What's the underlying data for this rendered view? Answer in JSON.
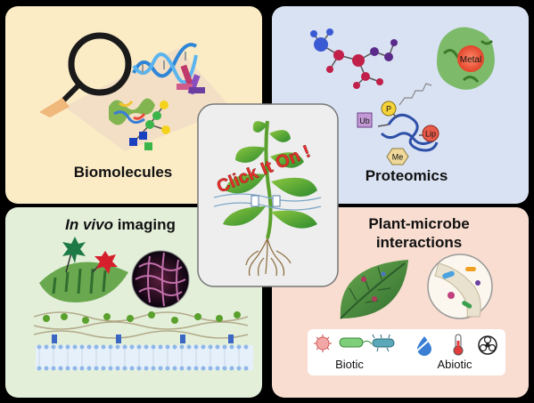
{
  "colors": {
    "background": "#000000",
    "panel_biomolecules": "#fbecc6",
    "panel_proteomics": "#d9e2f3",
    "panel_invivo": "#e3efd9",
    "panel_microbe": "#f8ddd0",
    "center_card": "#eeeeee",
    "click_text": "#e8322d"
  },
  "panels": {
    "biomolecules": {
      "title": "Biomolecules"
    },
    "proteomics": {
      "title": "Proteomics",
      "labels": {
        "metal": "Metal",
        "ub": "Ub",
        "p": "P",
        "lip": "Lip",
        "me": "Me"
      }
    },
    "invivo": {
      "title_italic": "In vivo",
      "title_rest": " imaging"
    },
    "microbe": {
      "title_line1": "Plant-microbe",
      "title_line2": "interactions",
      "biotic": "Biotic",
      "abiotic": "Abiotic"
    }
  },
  "center": {
    "click_label": "Click It On !"
  },
  "icons": [
    "magnifier-icon",
    "dna-helix-icon",
    "antibody-icon",
    "protein-structure-icon",
    "glycan-icon",
    "protein-network-icon",
    "metalloprotein-icon",
    "ptm-protein-icon",
    "seedling-icon",
    "chloroplast-icon",
    "fluorescent-probe-icon",
    "cell-microscopy-icon",
    "cell-wall-membrane-icon",
    "leaf-icon",
    "root-microbe-icon",
    "virus-icon",
    "bacterium-icon",
    "drought-icon",
    "thermometer-icon",
    "biohazard-icon"
  ]
}
